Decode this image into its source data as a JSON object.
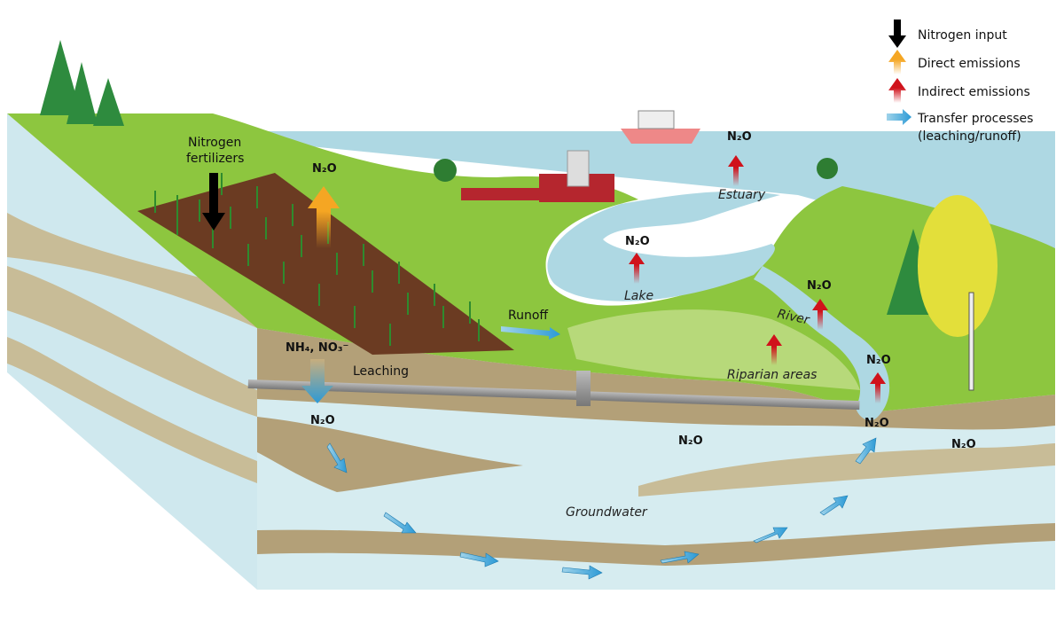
{
  "legend": {
    "nitrogen_input": "Nitrogen input",
    "direct_emissions": "Direct emissions",
    "indirect_emissions": "Indirect emissions",
    "transfer_line1": "Transfer processes",
    "transfer_line2": "(leaching/runoff)"
  },
  "labels": {
    "fertilizers_line1": "Nitrogen",
    "fertilizers_line2": "fertilizers",
    "n2o": "N₂O",
    "runoff": "Runoff",
    "leaching": "Leaching",
    "nh4_no3": "NH₄, NO₃⁻",
    "lake": "Lake",
    "estuary": "Estuary",
    "river": "River",
    "riparian": "Riparian areas",
    "groundwater": "Groundwater"
  },
  "colors": {
    "nitrogen_input": "#000000",
    "direct": "#f5a623",
    "indirect": "#d0121b",
    "transfer": "#3aa6dd",
    "grass": "#8dc63f",
    "water": "#aed8e3",
    "soil": "#b3a078",
    "groundwater": "#d6ecf0"
  }
}
